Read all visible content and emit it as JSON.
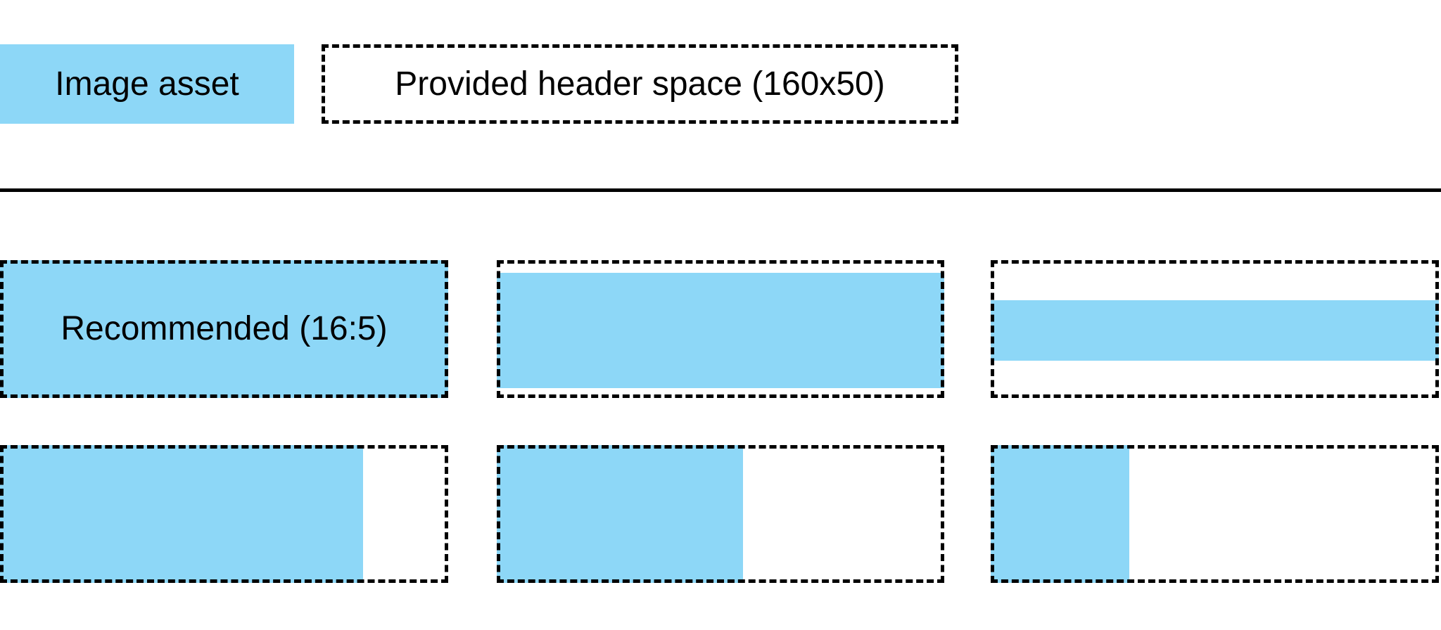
{
  "diagram": {
    "background": "#ffffff",
    "asset_color": "#8dd7f7",
    "border_color": "#000000",
    "text_color": "#000000"
  },
  "legend": {
    "image_asset_label": "Image asset",
    "header_space_label": "Provided header space (160x50)"
  },
  "grid": {
    "cells": [
      {
        "name": "recommended-16-5",
        "label": "Recommended (16:5)",
        "fill": {
          "left_pct": 0,
          "top_pct": 0,
          "width_pct": 100,
          "height_pct": 100
        }
      },
      {
        "name": "full-width-tall-inset",
        "label": "",
        "fill": {
          "left_pct": 0,
          "top_pct": 9,
          "width_pct": 100,
          "height_pct": 84
        }
      },
      {
        "name": "full-width-short-strip",
        "label": "",
        "fill": {
          "left_pct": 0,
          "top_pct": 29,
          "width_pct": 100,
          "height_pct": 44
        }
      },
      {
        "name": "partial-width-81",
        "label": "",
        "fill": {
          "left_pct": 0,
          "top_pct": 0,
          "width_pct": 81,
          "height_pct": 100
        }
      },
      {
        "name": "partial-width-55",
        "label": "",
        "fill": {
          "left_pct": 0,
          "top_pct": 0,
          "width_pct": 55,
          "height_pct": 100
        }
      },
      {
        "name": "partial-width-31",
        "label": "",
        "fill": {
          "left_pct": 0,
          "top_pct": 0,
          "width_pct": 31,
          "height_pct": 100
        }
      }
    ]
  }
}
